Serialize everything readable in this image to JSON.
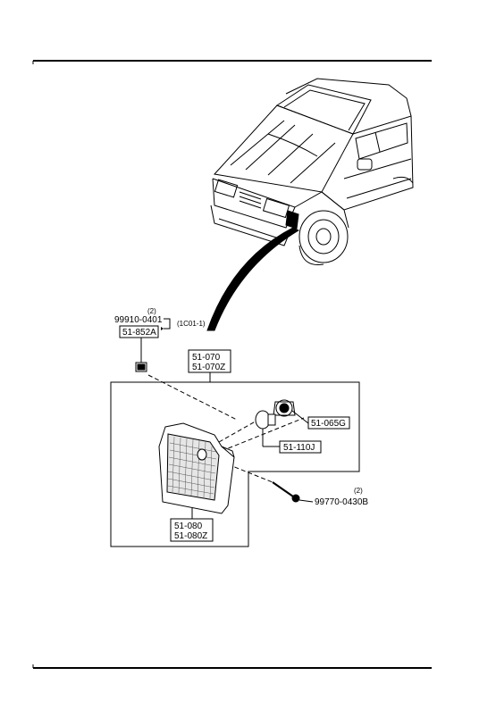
{
  "diagram": {
    "callouts": {
      "clip_qty": "(2)",
      "clip_part": "99910-0401",
      "clip_ref": "(1C01-1)",
      "socket_part": "51-852A",
      "assembly_part_1": "51-070",
      "assembly_part_2": "51-070Z",
      "bulb_socket_part": "51-065G",
      "bulb_part": "51-110J",
      "screw_qty": "(2)",
      "screw_part": "99770-0430B",
      "lens_part_1": "51-080",
      "lens_part_2": "51-080Z"
    }
  }
}
